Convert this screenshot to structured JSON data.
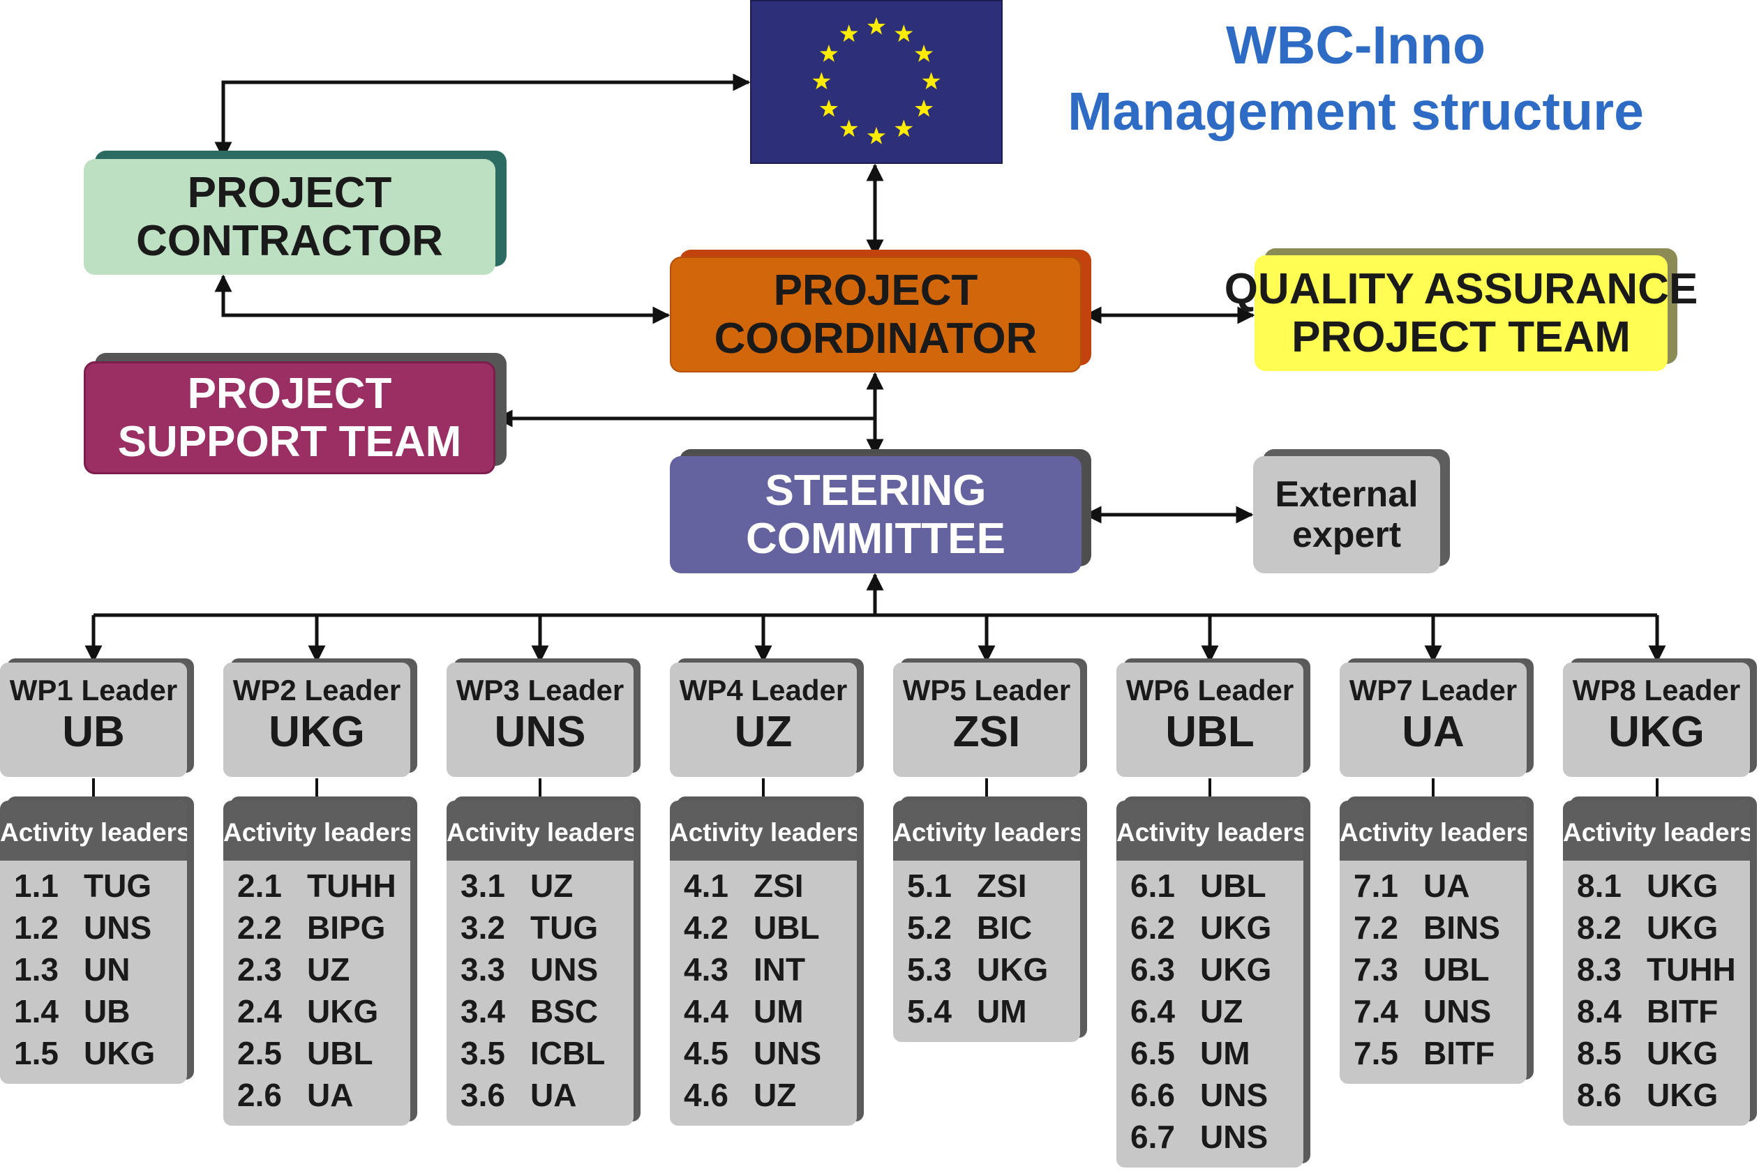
{
  "title": {
    "line1": "WBC-Inno",
    "line2": "Management structure"
  },
  "flag": {
    "icon": "eu-flag-icon",
    "colors": {
      "field": "#2d2f78",
      "stars": "#ffec00"
    }
  },
  "boxes": {
    "project_contractor": {
      "line1": "PROJECT",
      "line2": "CONTRACTOR"
    },
    "project_coordinator": {
      "line1": "PROJECT",
      "line2": "COORDINATOR"
    },
    "quality_assurance": {
      "line1": "QUALITY ASSURANCE",
      "line2": "PROJECT TEAM"
    },
    "project_support_team": {
      "line1": "PROJECT",
      "line2": "SUPPORT TEAM"
    },
    "steering_committee": {
      "line1": "STEERING",
      "line2": "COMMITTEE"
    },
    "external_expert": {
      "line1": "External",
      "line2": "expert"
    }
  },
  "colors": {
    "title": "#2e6bc4",
    "contractor": "#bde0c3",
    "coordinator": "#d2660a",
    "quality_assurance": "#fffd52",
    "support_team": "#9a2f63",
    "steering": "#6463a0",
    "grey_box": "#c7c7c7",
    "activity_header": "#5e5e5e"
  },
  "work_packages": [
    {
      "label": "WP1 Leader",
      "org": "UB",
      "activity_header": "Activity leaders",
      "activities": [
        {
          "num": "1.1",
          "org": "TUG"
        },
        {
          "num": "1.2",
          "org": "UNS"
        },
        {
          "num": "1.3",
          "org": "UN"
        },
        {
          "num": "1.4",
          "org": "UB"
        },
        {
          "num": "1.5",
          "org": "UKG"
        }
      ]
    },
    {
      "label": "WP2 Leader",
      "org": "UKG",
      "activity_header": "Activity leaders",
      "activities": [
        {
          "num": "2.1",
          "org": "TUHH"
        },
        {
          "num": "2.2",
          "org": "BIPG"
        },
        {
          "num": "2.3",
          "org": "UZ"
        },
        {
          "num": "2.4",
          "org": "UKG"
        },
        {
          "num": "2.5",
          "org": "UBL"
        },
        {
          "num": "2.6",
          "org": "UA"
        }
      ]
    },
    {
      "label": "WP3 Leader",
      "org": "UNS",
      "activity_header": "Activity leaders",
      "activities": [
        {
          "num": "3.1",
          "org": "UZ"
        },
        {
          "num": "3.2",
          "org": "TUG"
        },
        {
          "num": "3.3",
          "org": "UNS"
        },
        {
          "num": "3.4",
          "org": "BSC"
        },
        {
          "num": "3.5",
          "org": "ICBL"
        },
        {
          "num": "3.6",
          "org": "UA"
        }
      ]
    },
    {
      "label": "WP4 Leader",
      "org": "UZ",
      "activity_header": "Activity leaders",
      "activities": [
        {
          "num": "4.1",
          "org": "ZSI"
        },
        {
          "num": "4.2",
          "org": "UBL"
        },
        {
          "num": "4.3",
          "org": "INT"
        },
        {
          "num": "4.4",
          "org": "UM"
        },
        {
          "num": "4.5",
          "org": "UNS"
        },
        {
          "num": "4.6",
          "org": "UZ"
        }
      ]
    },
    {
      "label": "WP5 Leader",
      "org": "ZSI",
      "activity_header": "Activity leaders",
      "activities": [
        {
          "num": "5.1",
          "org": "ZSI"
        },
        {
          "num": "5.2",
          "org": "BIC"
        },
        {
          "num": "5.3",
          "org": "UKG"
        },
        {
          "num": "5.4",
          "org": "UM"
        }
      ]
    },
    {
      "label": "WP6 Leader",
      "org": "UBL",
      "activity_header": "Activity leaders",
      "activities": [
        {
          "num": "6.1",
          "org": "UBL"
        },
        {
          "num": "6.2",
          "org": "UKG"
        },
        {
          "num": "6.3",
          "org": "UKG"
        },
        {
          "num": "6.4",
          "org": "UZ"
        },
        {
          "num": "6.5",
          "org": "UM"
        },
        {
          "num": "6.6",
          "org": "UNS"
        },
        {
          "num": "6.7",
          "org": "UNS"
        }
      ]
    },
    {
      "label": "WP7 Leader",
      "org": "UA",
      "activity_header": "Activity leaders",
      "activities": [
        {
          "num": "7.1",
          "org": "UA"
        },
        {
          "num": "7.2",
          "org": "BINS"
        },
        {
          "num": "7.3",
          "org": "UBL"
        },
        {
          "num": "7.4",
          "org": "UNS"
        },
        {
          "num": "7.5",
          "org": "BITF"
        }
      ]
    },
    {
      "label": "WP8 Leader",
      "org": "UKG",
      "activity_header": "Activity leaders",
      "activities": [
        {
          "num": "8.1",
          "org": "UKG"
        },
        {
          "num": "8.2",
          "org": "UKG"
        },
        {
          "num": "8.3",
          "org": "TUHH"
        },
        {
          "num": "8.4",
          "org": "BITF"
        },
        {
          "num": "8.5",
          "org": "UKG"
        },
        {
          "num": "8.6",
          "org": "UKG"
        }
      ]
    }
  ]
}
